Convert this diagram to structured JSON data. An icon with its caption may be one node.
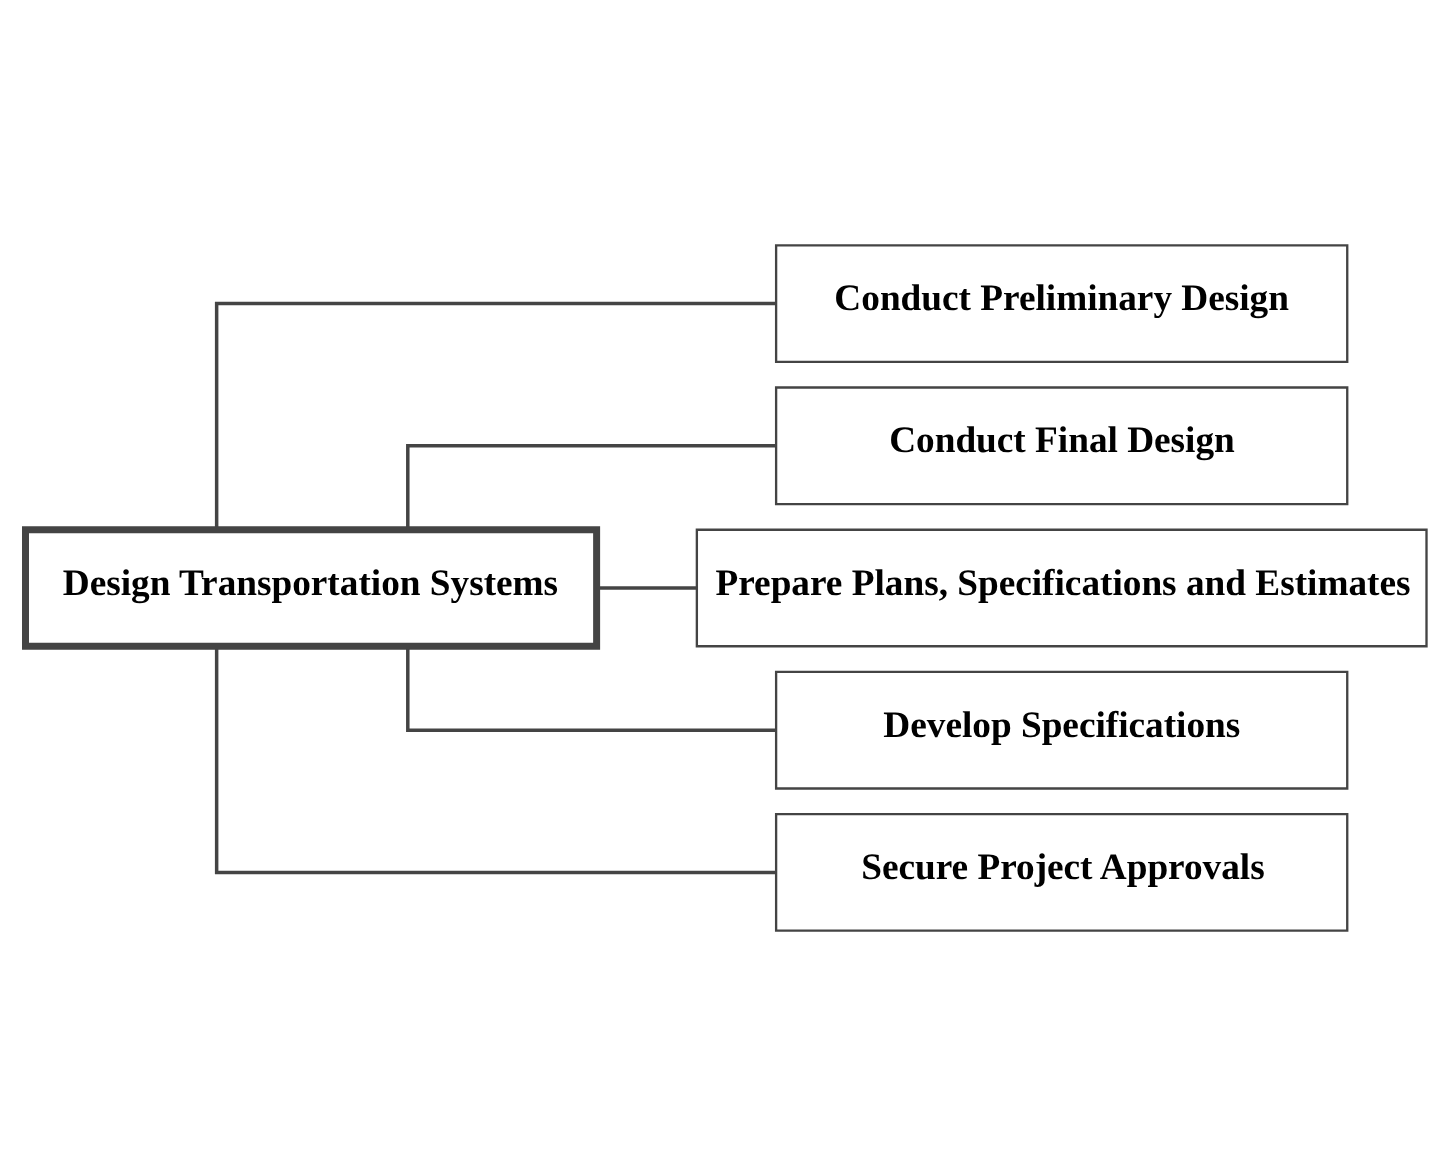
{
  "diagram": {
    "nodes": [
      {
        "text": [
          "Design Transportation Systems"
        ]
      },
      {
        "text": [
          "Conduct Preliminary Design"
        ]
      },
      {
        "text": [
          "Conduct Final Design"
        ]
      },
      {
        "text": [
          "Prepare Plans, Specifications and Estimates"
        ]
      },
      {
        "text": [
          "Develop Specifications"
        ]
      },
      {
        "text": [
          "Secure Project Approvals"
        ]
      }
    ],
    "edges": [
      {
        "from": 0,
        "to": 1,
        "arrow": "none"
      },
      {
        "from": 0,
        "to": 2,
        "arrow": "none"
      },
      {
        "from": 0,
        "to": 3,
        "arrow": "none"
      },
      {
        "from": 0,
        "to": 4,
        "arrow": "none"
      },
      {
        "from": 0,
        "to": 5,
        "arrow": "none"
      }
    ]
  }
}
